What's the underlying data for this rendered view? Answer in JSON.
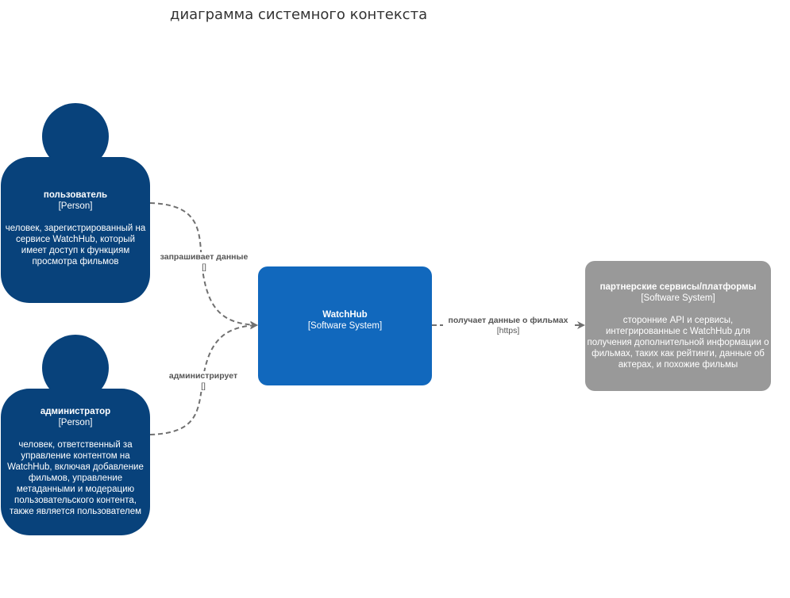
{
  "title": "диаграмма системного контекста",
  "nodes": {
    "user": {
      "name": "пользователь",
      "type": "[Person]",
      "description": "человек, зарегистрированный на сервисе WatchHub, который имеет доступ к функциям просмотра фильмов"
    },
    "admin": {
      "name": "администратор",
      "type": "[Person]",
      "description": "человек, ответственный за управление контентом на WatchHub, включая добавление фильмов, управление метаданными и модерацию пользовательского контента, также является пользователем"
    },
    "watchhub": {
      "name": "WatchHub",
      "type": "[Software System]"
    },
    "partners": {
      "name": "партнерские сервисы/платформы",
      "type": "[Software System]",
      "description": "сторонние API и сервисы, интегрированные с WatchHub для получения дополнительной информации о фильмах, таких как рейтинги, данные об актерах, и похожие фильмы"
    }
  },
  "edges": {
    "user_to_watchhub": {
      "label": "запрашивает данные",
      "tech": "[]"
    },
    "admin_to_watchhub": {
      "label": "администрирует",
      "tech": "[]"
    },
    "watchhub_to_partners": {
      "label": "получает данные о фильмах",
      "tech": "[https]"
    }
  },
  "colors": {
    "person": "#08427b",
    "software_system": "#1168bd",
    "external_system": "#999999",
    "edge": "#707070"
  }
}
